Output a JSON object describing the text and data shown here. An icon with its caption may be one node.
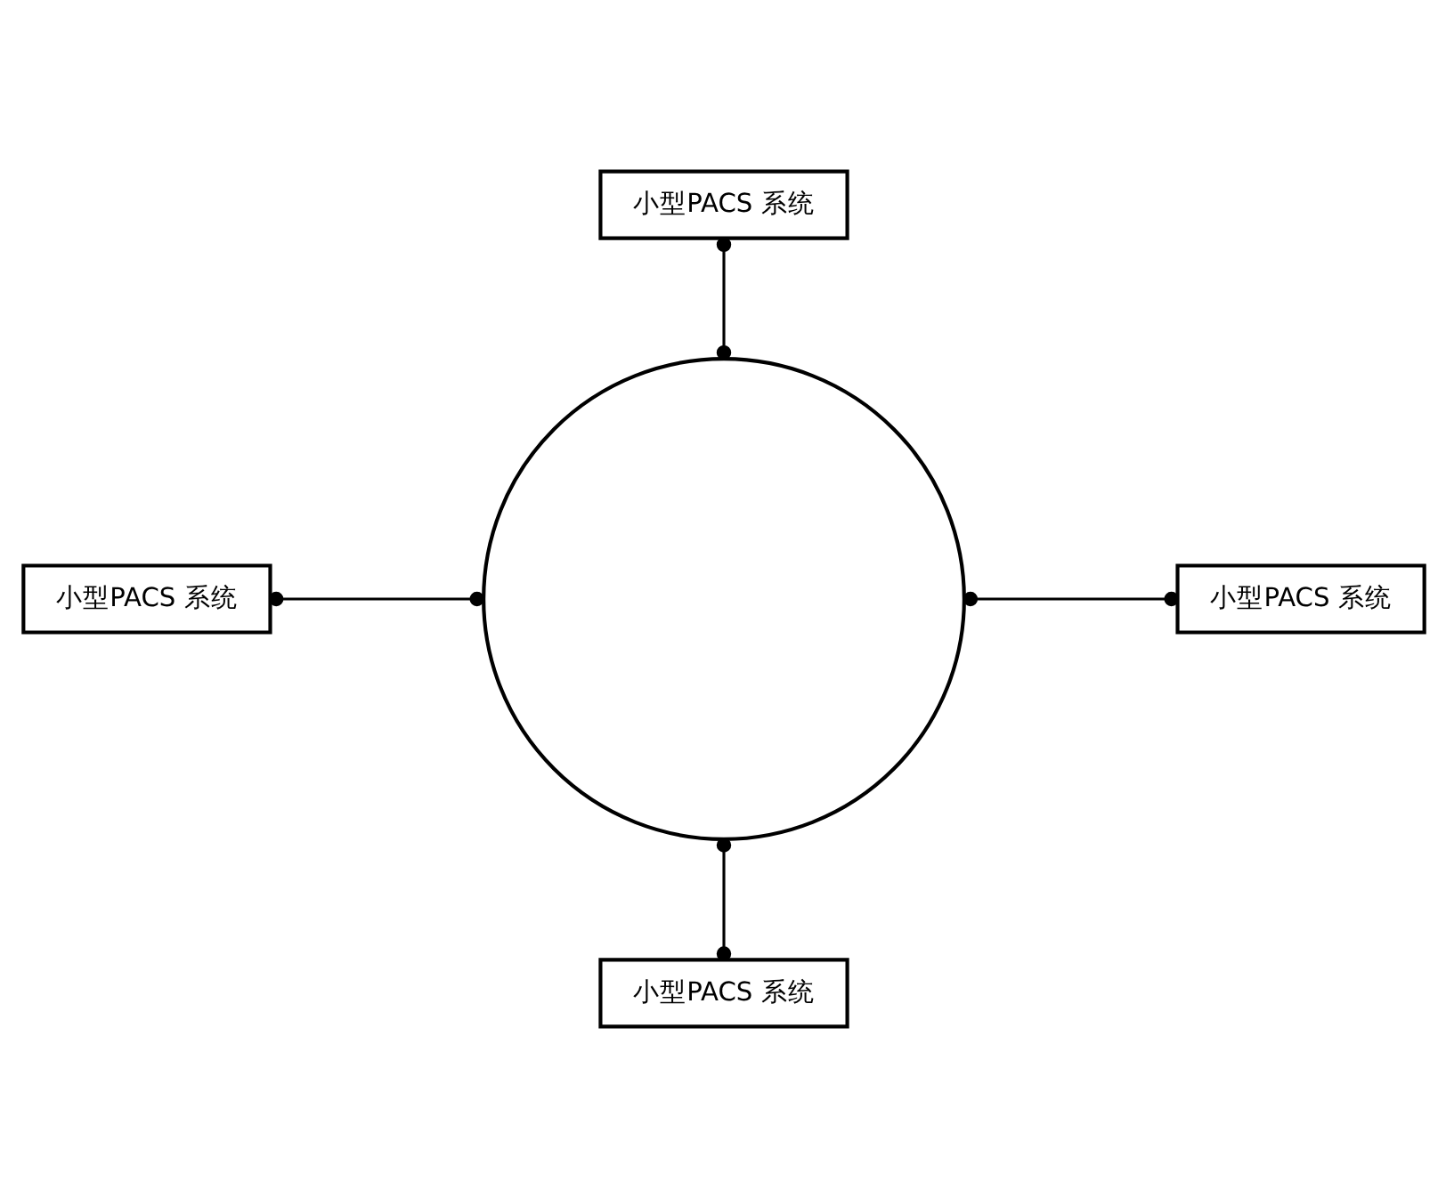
{
  "diagram": {
    "nodes": [
      {
        "text": [
          "小型PACS 系统"
        ]
      },
      {
        "text": [
          "小型PACS 系统"
        ]
      },
      {
        "text": [],
        "shape": "circle"
      },
      {
        "text": [
          "小型PACS 系统"
        ]
      },
      {
        "text": [
          "小型PACS 系统"
        ]
      }
    ],
    "edges": [
      {
        "from": 0,
        "to": 2,
        "arrow": "other"
      },
      {
        "from": 1,
        "to": 2,
        "arrow": "other"
      },
      {
        "from": 2,
        "to": 3,
        "arrow": "other"
      },
      {
        "from": 2,
        "to": 4,
        "arrow": "other"
      }
    ]
  }
}
